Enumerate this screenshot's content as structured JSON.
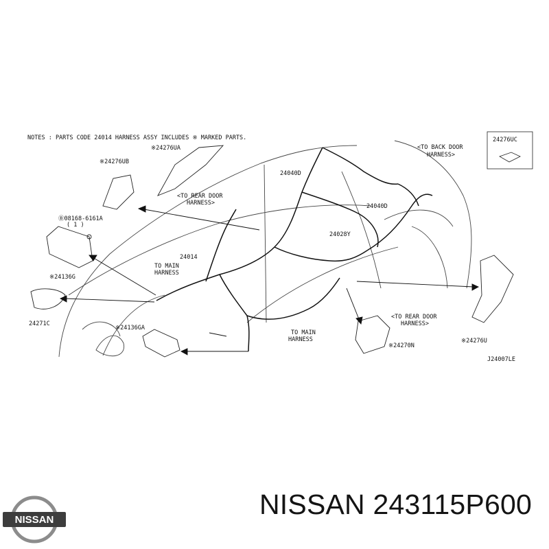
{
  "diagram": {
    "notes": "NOTES : PARTS CODE 24014 HARNESS ASSY INCLUDES ※ MARKED PARTS.",
    "drawing_code": "J24007LE",
    "callouts": {
      "p24276ua": "※24276UA",
      "p24276ub": "※24276UB",
      "to_rear_door_1": "<TO REAR DOOR",
      "harness_1": "HARNESS>",
      "p08168": "Ⓑ08168-6161A",
      "p08168_qty": "( 1 )",
      "p24136g": "※24136G",
      "p24271c": "24271C",
      "p24014": "24014",
      "to_main_1": "TO MAIN",
      "harness_2": "HARNESS",
      "p24136ga": "※24136GA",
      "to_main_2": "TO MAIN",
      "harness_3": "HARNESS",
      "p24040d_top": "24040D",
      "p24040d_mid": "24040D",
      "p24028y": "24028Y",
      "to_back_door": "<TO BACK DOOR",
      "harness_4": "HARNESS>",
      "p24276uc": "24276UC",
      "to_rear_door_2": "<TO REAR DOOR",
      "harness_5": "HARNESS>",
      "p24270n": "※24270N",
      "p24276u": "※24276U"
    }
  },
  "caption": "NISSAN 243115P600",
  "logo": {
    "text": "NISSAN",
    "colors": {
      "ring": "#8c8c8c",
      "bar": "#3d3d3d",
      "text": "#ffffff"
    }
  }
}
